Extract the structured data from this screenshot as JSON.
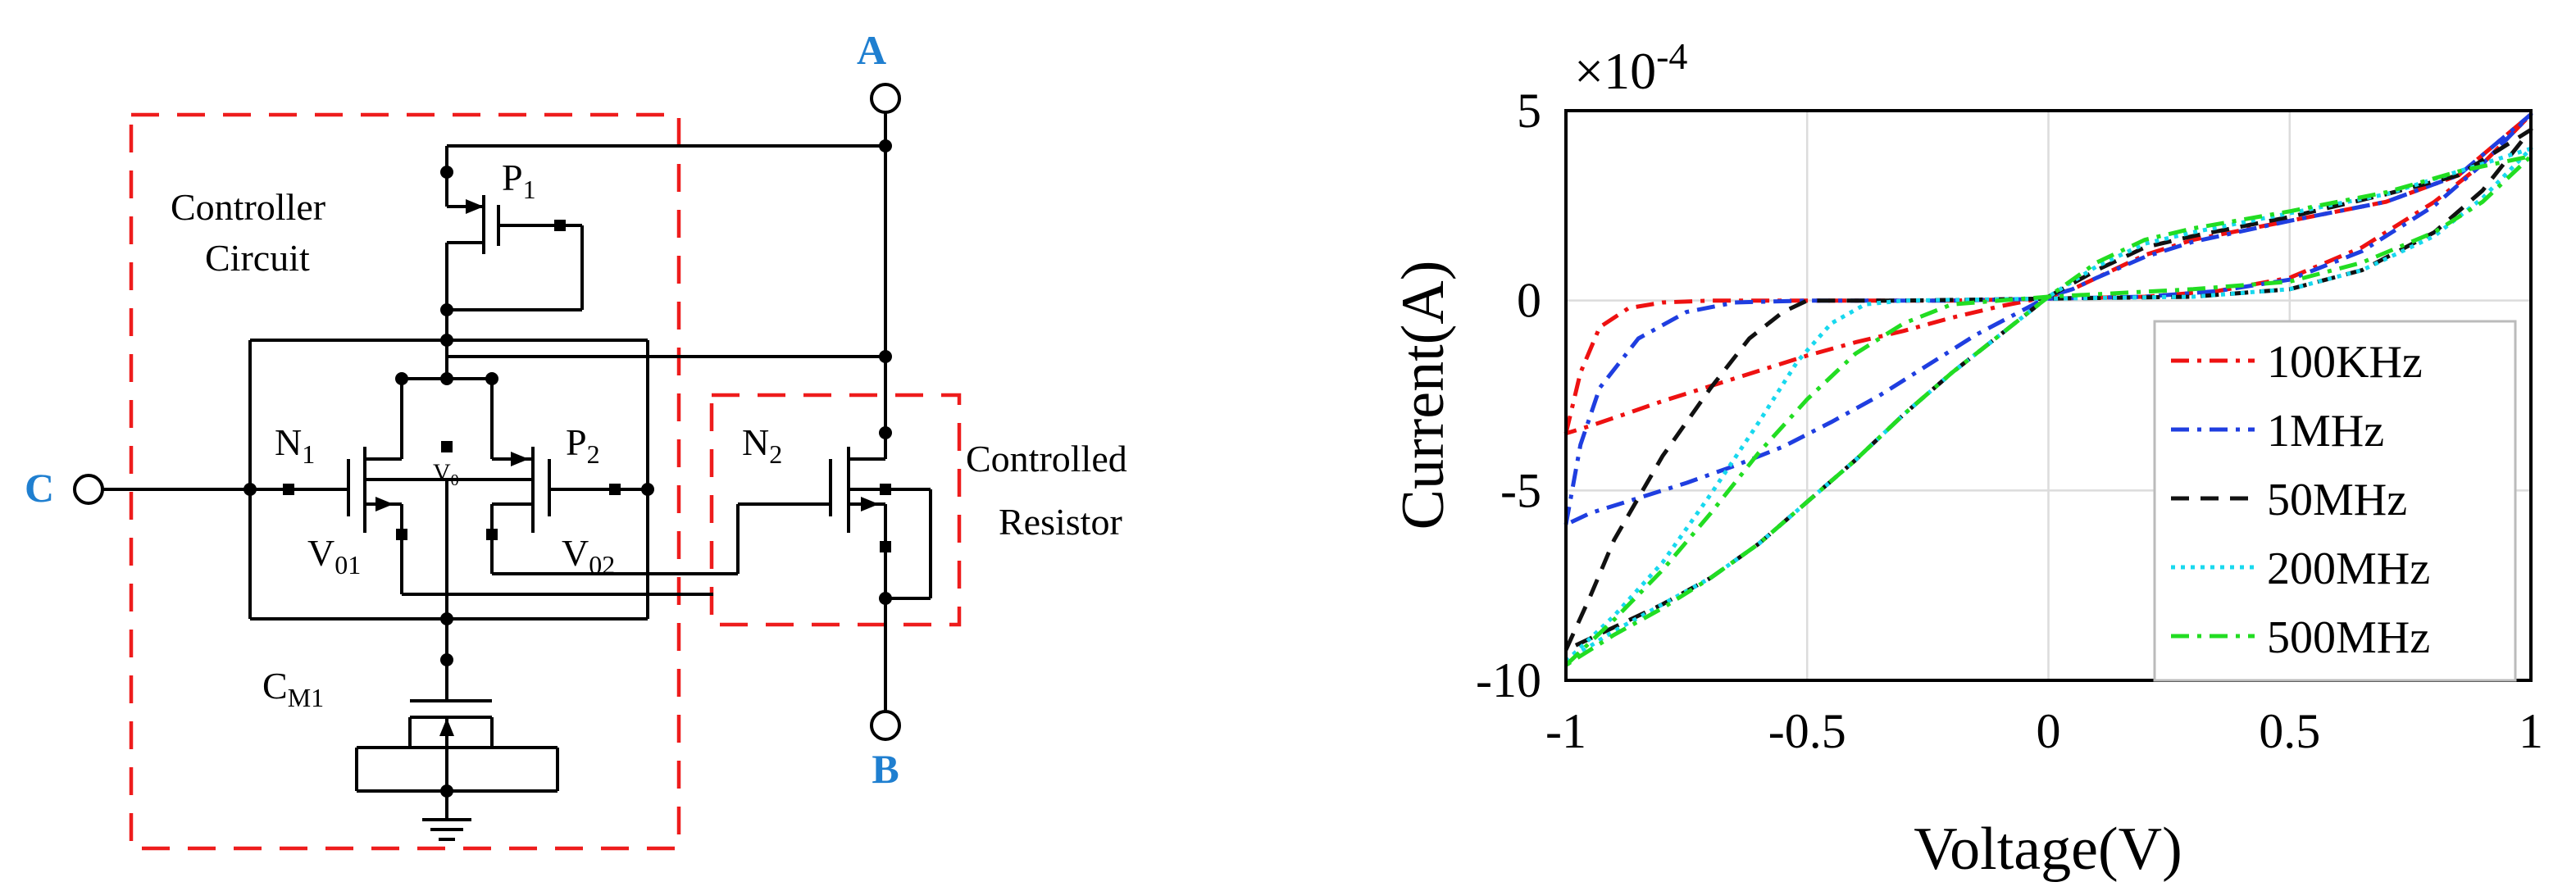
{
  "circuit": {
    "terminals": {
      "a": "A",
      "b": "B",
      "c": "C"
    },
    "controller_label": [
      "Controller",
      "Circuit"
    ],
    "controlled_label": [
      "Controlled",
      "Resistor"
    ],
    "devices": [
      {
        "base": "P",
        "sub": "1"
      },
      {
        "base": "N",
        "sub": "1"
      },
      {
        "base": "P",
        "sub": "2"
      },
      {
        "base": "N",
        "sub": "2"
      },
      {
        "base": "C",
        "sub": "M1"
      },
      {
        "base": "V",
        "sub": "01"
      },
      {
        "base": "V",
        "sub": "02"
      },
      {
        "base": "V",
        "sub": "0"
      }
    ],
    "colors": {
      "box": "#ee1c1c",
      "terminal_label": "#1f7fd0"
    }
  },
  "chart_data": {
    "type": "line",
    "xlabel": "Voltage(V)",
    "ylabel": "Current(A)",
    "y_multiplier": {
      "base": "×10",
      "exponent": "-4"
    },
    "xlim": [
      -1,
      1
    ],
    "ylim": [
      -10,
      5
    ],
    "y_units": "×1e-4 A",
    "xticks": [
      "-1",
      "-0.5",
      "0",
      "0.5",
      "1"
    ],
    "yticks": [
      "5",
      "0",
      "-5",
      "-10"
    ],
    "grid": true,
    "legend_position": "lower-right",
    "series": [
      {
        "name": "100KHz",
        "color": "#ee1111",
        "dash": "dashdot",
        "upper": [
          [
            -1,
            -3.5
          ],
          [
            -0.97,
            -1.9
          ],
          [
            -0.93,
            -0.7
          ],
          [
            -0.87,
            -0.2
          ],
          [
            -0.8,
            -0.05
          ],
          [
            -0.7,
            0
          ],
          [
            -0.5,
            0
          ],
          [
            -0.2,
            0
          ],
          [
            0,
            0.05
          ],
          [
            0.2,
            0.1
          ],
          [
            0.35,
            0.25
          ],
          [
            0.5,
            0.6
          ],
          [
            0.65,
            1.4
          ],
          [
            0.8,
            2.6
          ],
          [
            0.9,
            3.6
          ],
          [
            1,
            4.9
          ]
        ],
        "lower": [
          [
            -1,
            -3.5
          ],
          [
            -0.95,
            -3.3
          ],
          [
            -0.88,
            -3.0
          ],
          [
            -0.8,
            -2.65
          ],
          [
            -0.7,
            -2.25
          ],
          [
            -0.6,
            -1.85
          ],
          [
            -0.5,
            -1.45
          ],
          [
            -0.4,
            -1.1
          ],
          [
            -0.3,
            -0.8
          ],
          [
            -0.2,
            -0.45
          ],
          [
            -0.1,
            -0.15
          ],
          [
            0,
            0.1
          ],
          [
            0.05,
            0.3
          ],
          [
            0.1,
            0.6
          ],
          [
            0.2,
            1.2
          ],
          [
            0.3,
            1.6
          ],
          [
            0.5,
            2.1
          ],
          [
            0.7,
            2.6
          ],
          [
            0.85,
            3.3
          ],
          [
            1,
            4.9
          ]
        ]
      },
      {
        "name": "1MHz",
        "color": "#1f3ee0",
        "dash": "dashdot",
        "upper": [
          [
            -1,
            -5.9
          ],
          [
            -0.97,
            -3.8
          ],
          [
            -0.93,
            -2.3
          ],
          [
            -0.85,
            -1.0
          ],
          [
            -0.75,
            -0.3
          ],
          [
            -0.65,
            -0.05
          ],
          [
            -0.5,
            0
          ],
          [
            -0.2,
            0
          ],
          [
            0,
            0.05
          ],
          [
            0.2,
            0.1
          ],
          [
            0.35,
            0.25
          ],
          [
            0.5,
            0.55
          ],
          [
            0.65,
            1.3
          ],
          [
            0.8,
            2.5
          ],
          [
            0.9,
            3.6
          ],
          [
            1,
            4.9
          ]
        ],
        "lower": [
          [
            -1,
            -5.9
          ],
          [
            -0.95,
            -5.6
          ],
          [
            -0.85,
            -5.2
          ],
          [
            -0.75,
            -4.8
          ],
          [
            -0.65,
            -4.35
          ],
          [
            -0.55,
            -3.85
          ],
          [
            -0.45,
            -3.2
          ],
          [
            -0.35,
            -2.5
          ],
          [
            -0.25,
            -1.7
          ],
          [
            -0.15,
            -0.9
          ],
          [
            0,
            0.1
          ],
          [
            0.05,
            0.3
          ],
          [
            0.1,
            0.6
          ],
          [
            0.2,
            1.15
          ],
          [
            0.3,
            1.55
          ],
          [
            0.5,
            2.1
          ],
          [
            0.7,
            2.6
          ],
          [
            0.85,
            3.3
          ],
          [
            1,
            4.9
          ]
        ]
      },
      {
        "name": "50MHz",
        "color": "#111111",
        "dash": "dashed",
        "upper": [
          [
            -1,
            -9.2
          ],
          [
            -0.95,
            -7.8
          ],
          [
            -0.9,
            -6.3
          ],
          [
            -0.8,
            -4.1
          ],
          [
            -0.7,
            -2.3
          ],
          [
            -0.62,
            -1.0
          ],
          [
            -0.55,
            -0.3
          ],
          [
            -0.5,
            0
          ],
          [
            -0.3,
            0
          ],
          [
            0,
            0.05
          ],
          [
            0.3,
            0.1
          ],
          [
            0.5,
            0.3
          ],
          [
            0.65,
            0.8
          ],
          [
            0.8,
            1.8
          ],
          [
            0.9,
            2.9
          ],
          [
            1,
            4.5
          ]
        ],
        "lower": [
          [
            -1,
            -9.2
          ],
          [
            -0.9,
            -8.6
          ],
          [
            -0.8,
            -8.0
          ],
          [
            -0.7,
            -7.3
          ],
          [
            -0.6,
            -6.4
          ],
          [
            -0.5,
            -5.3
          ],
          [
            -0.4,
            -4.2
          ],
          [
            -0.3,
            -3.0
          ],
          [
            -0.2,
            -1.9
          ],
          [
            -0.1,
            -0.9
          ],
          [
            0,
            0.1
          ],
          [
            0.1,
            0.8
          ],
          [
            0.2,
            1.4
          ],
          [
            0.3,
            1.7
          ],
          [
            0.5,
            2.2
          ],
          [
            0.7,
            2.8
          ],
          [
            0.85,
            3.3
          ],
          [
            1,
            4.5
          ]
        ]
      },
      {
        "name": "200MHz",
        "color": "#18d8ee",
        "dash": "dotted",
        "upper": [
          [
            -1,
            -9.5
          ],
          [
            -0.9,
            -8.3
          ],
          [
            -0.8,
            -6.9
          ],
          [
            -0.7,
            -5.1
          ],
          [
            -0.6,
            -3.2
          ],
          [
            -0.52,
            -1.6
          ],
          [
            -0.45,
            -0.6
          ],
          [
            -0.38,
            -0.1
          ],
          [
            -0.3,
            0
          ],
          [
            0,
            0.05
          ],
          [
            0.3,
            0.1
          ],
          [
            0.5,
            0.3
          ],
          [
            0.65,
            0.8
          ],
          [
            0.8,
            1.7
          ],
          [
            0.9,
            2.7
          ],
          [
            1,
            4.0
          ]
        ],
        "lower": [
          [
            -1,
            -9.5
          ],
          [
            -0.9,
            -8.7
          ],
          [
            -0.8,
            -8.0
          ],
          [
            -0.7,
            -7.3
          ],
          [
            -0.6,
            -6.4
          ],
          [
            -0.5,
            -5.3
          ],
          [
            -0.4,
            -4.2
          ],
          [
            -0.3,
            -3.0
          ],
          [
            -0.2,
            -1.9
          ],
          [
            -0.1,
            -0.9
          ],
          [
            0,
            0.1
          ],
          [
            0.1,
            0.9
          ],
          [
            0.2,
            1.5
          ],
          [
            0.3,
            1.8
          ],
          [
            0.5,
            2.3
          ],
          [
            0.7,
            2.8
          ],
          [
            0.85,
            3.4
          ],
          [
            1,
            4.0
          ]
        ]
      },
      {
        "name": "500MHz",
        "color": "#22dd22",
        "dash": "dashdot",
        "upper": [
          [
            -1,
            -9.6
          ],
          [
            -0.9,
            -8.4
          ],
          [
            -0.8,
            -7.1
          ],
          [
            -0.7,
            -5.6
          ],
          [
            -0.6,
            -4.0
          ],
          [
            -0.5,
            -2.6
          ],
          [
            -0.4,
            -1.4
          ],
          [
            -0.3,
            -0.6
          ],
          [
            -0.2,
            -0.1
          ],
          [
            0,
            0.1
          ],
          [
            0.3,
            0.3
          ],
          [
            0.5,
            0.5
          ],
          [
            0.65,
            1.0
          ],
          [
            0.8,
            1.8
          ],
          [
            0.9,
            2.6
          ],
          [
            1,
            3.8
          ]
        ],
        "lower": [
          [
            -1,
            -9.6
          ],
          [
            -0.9,
            -8.8
          ],
          [
            -0.8,
            -8.1
          ],
          [
            -0.7,
            -7.3
          ],
          [
            -0.6,
            -6.4
          ],
          [
            -0.5,
            -5.3
          ],
          [
            -0.4,
            -4.2
          ],
          [
            -0.3,
            -3.0
          ],
          [
            -0.2,
            -1.9
          ],
          [
            -0.1,
            -0.9
          ],
          [
            0,
            0.1
          ],
          [
            0.1,
            1.0
          ],
          [
            0.2,
            1.6
          ],
          [
            0.3,
            1.9
          ],
          [
            0.5,
            2.35
          ],
          [
            0.7,
            2.85
          ],
          [
            0.85,
            3.4
          ],
          [
            1,
            3.8
          ]
        ]
      }
    ]
  }
}
